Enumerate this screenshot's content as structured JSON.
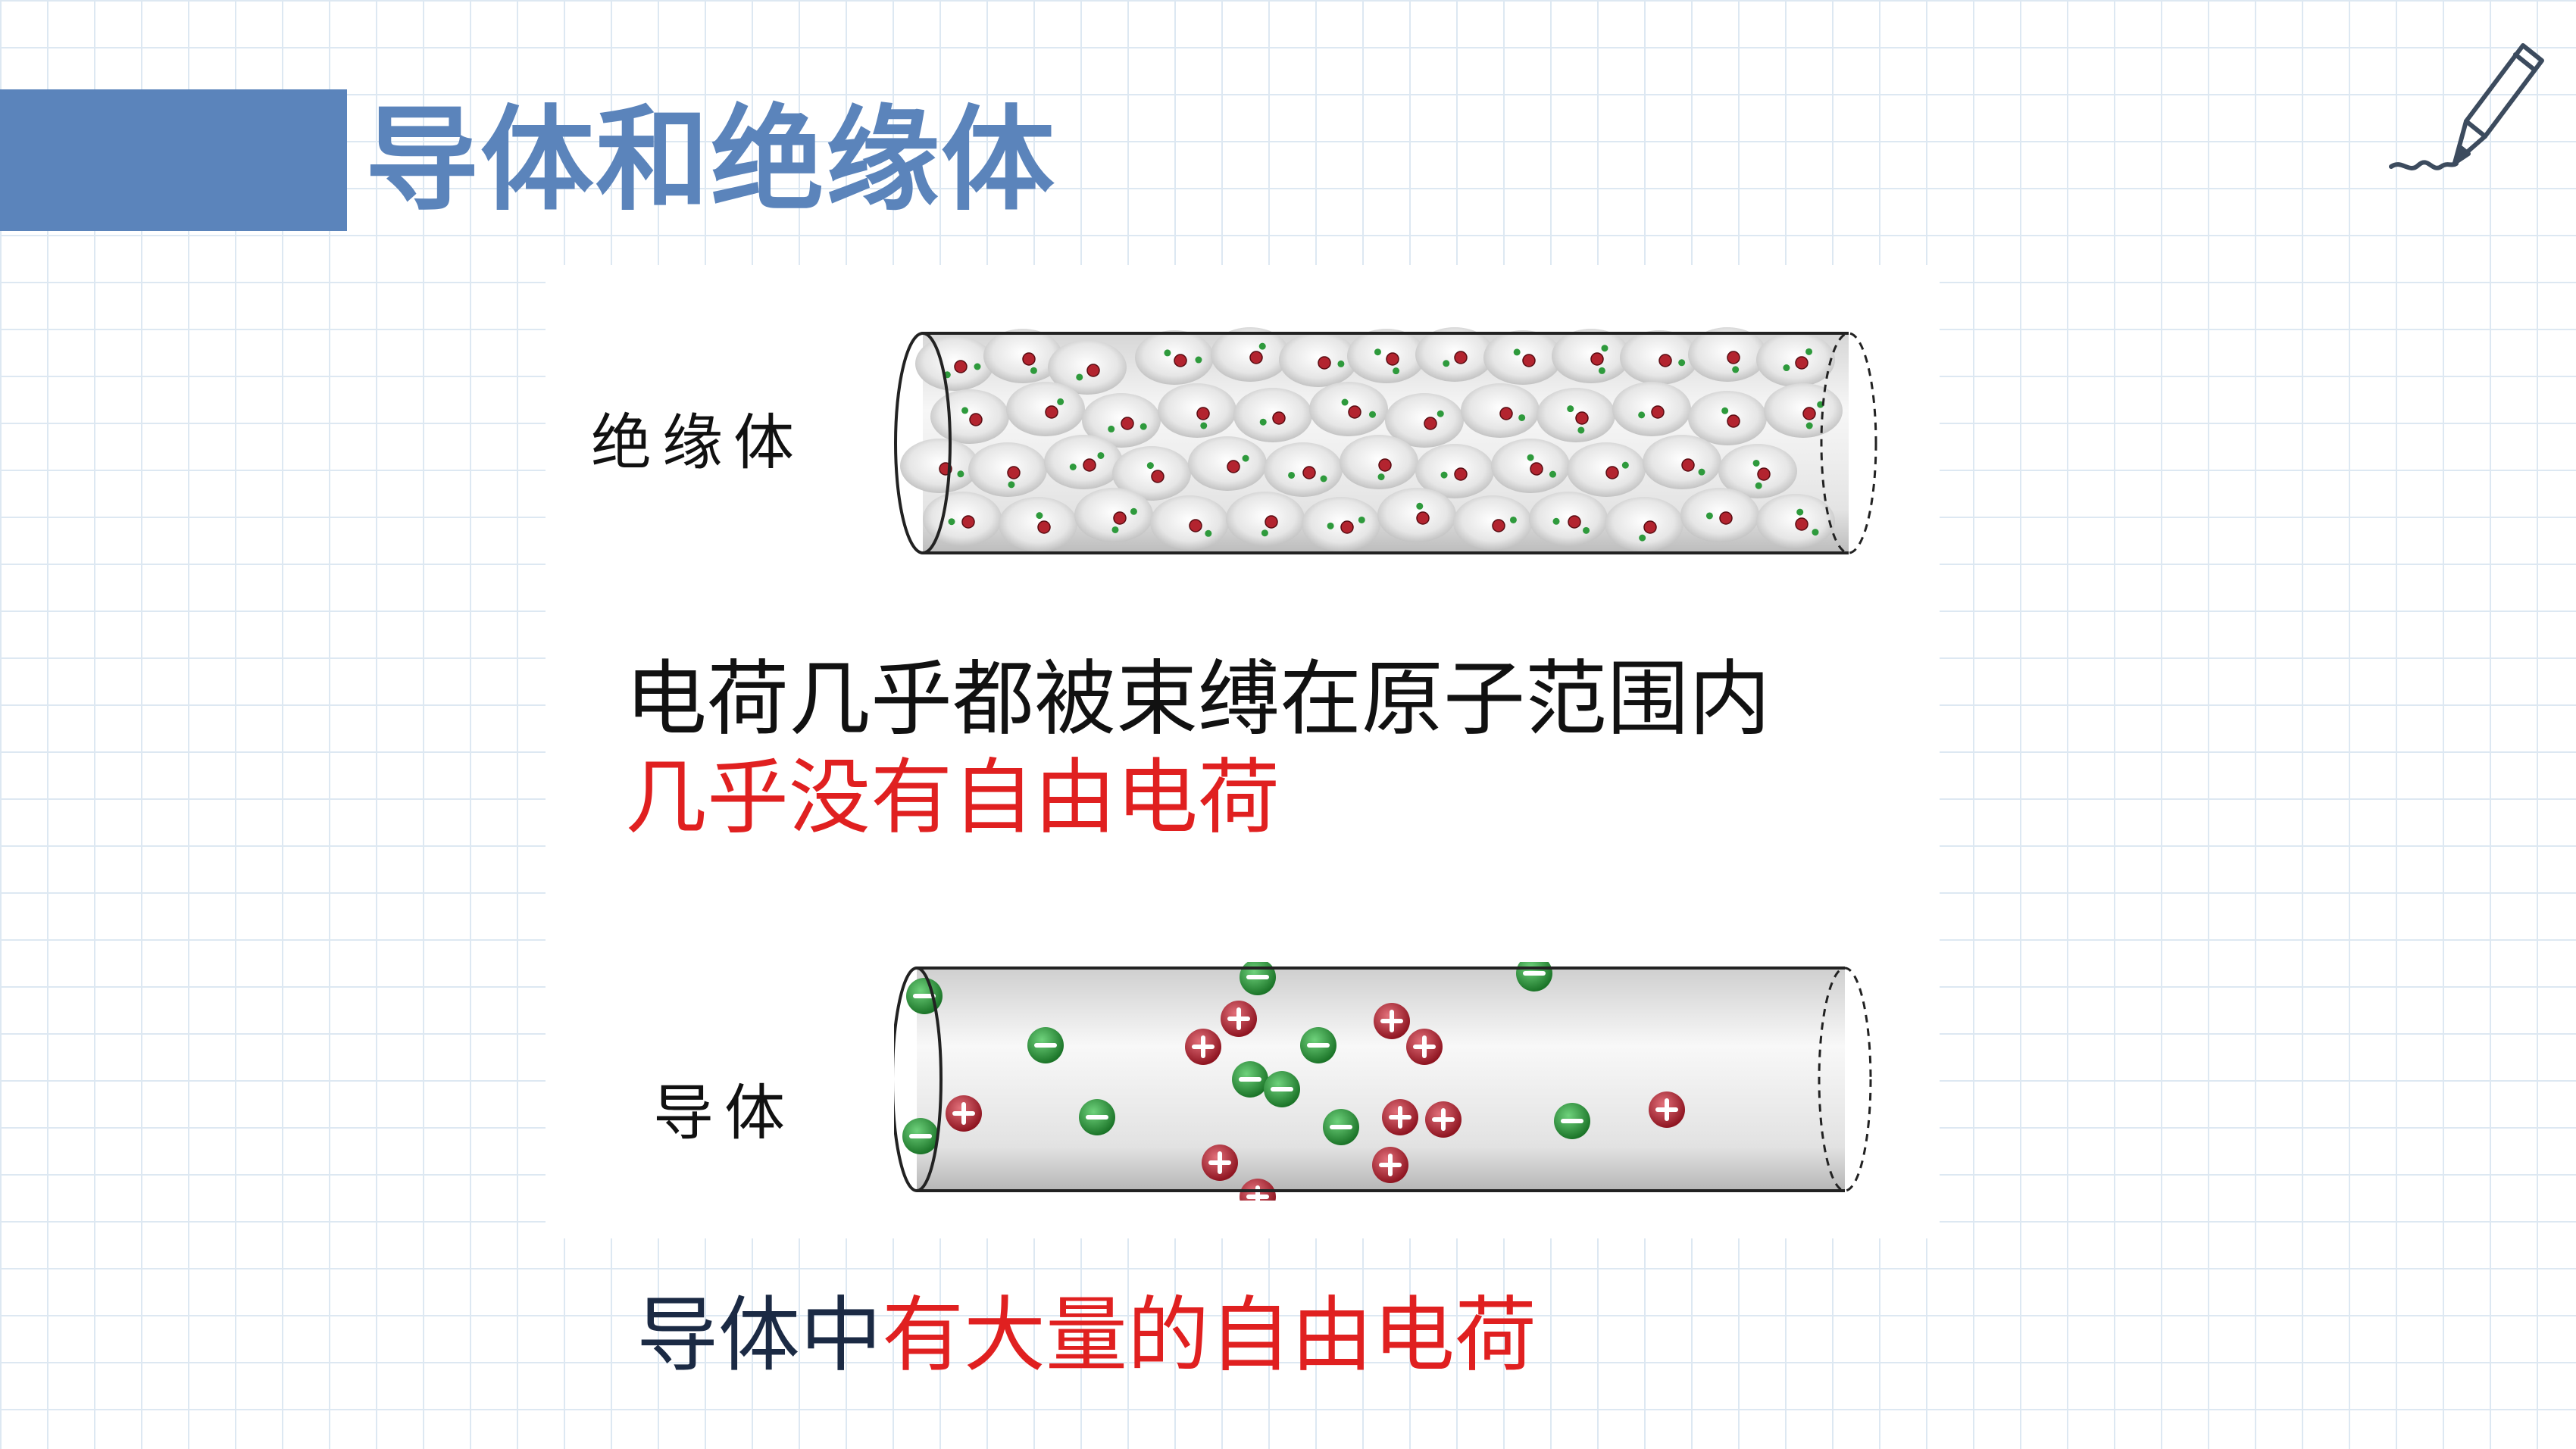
{
  "title": "导体和绝缘体",
  "insulator": {
    "label": "绝缘体",
    "line1": "电荷几乎都被束缚在原子范围内",
    "line2": "几乎没有自由电荷"
  },
  "conductor": {
    "label": "导体",
    "caption_part1": "导体中",
    "caption_part2": "有大量的自由电荷"
  },
  "icons": {
    "pencil": "pencil-icon",
    "positive": "plus",
    "negative": "minus"
  },
  "colors": {
    "accent": "#5b84bb",
    "highlight": "#e02020",
    "text": "#111111",
    "caption": "#1b2a44",
    "positive_charge": "#b3242f",
    "negative_charge": "#2e9a3c"
  }
}
